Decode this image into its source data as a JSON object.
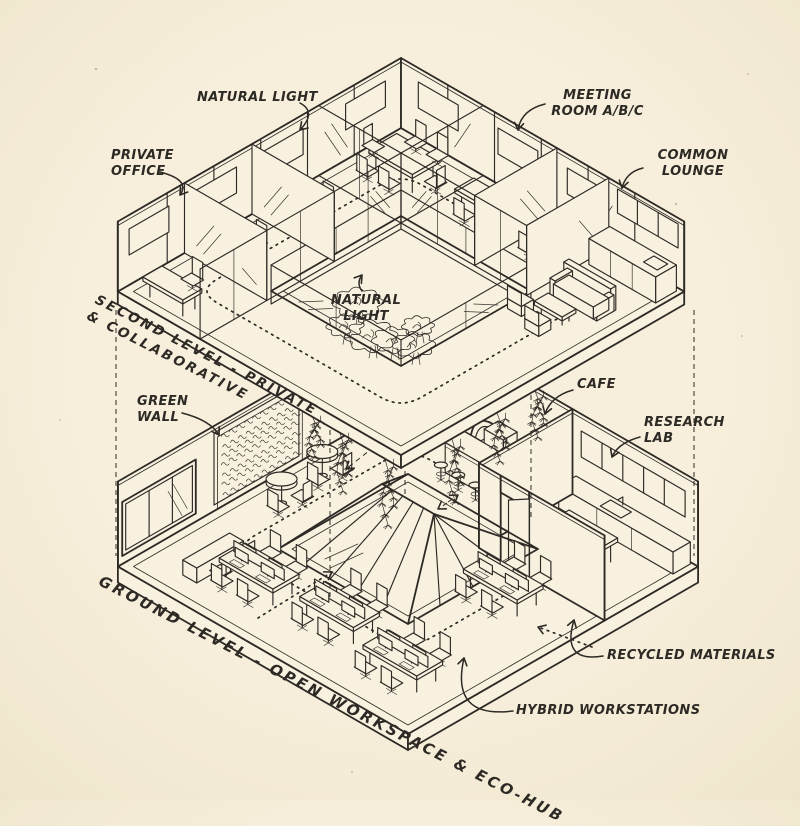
{
  "page": {
    "background": "#f4ecd8",
    "paper": "#f8f1e0",
    "ink": "#2d2a25"
  },
  "labels": {
    "natural_light_top": "NATURAL LIGHT",
    "private_office": {
      "line1": "PRIVATE",
      "line2": "OFFICE"
    },
    "meeting_room": {
      "line1": "MEETING",
      "line2": "ROOM A/B/C"
    },
    "common_lounge": {
      "line1": "COMMON",
      "line2": "LOUNGE"
    },
    "natural_light_atrium": {
      "line1": "NATURAL",
      "line2": "LIGHT"
    },
    "green_wall": {
      "line1": "GREEN",
      "line2": "WALL"
    },
    "cafe": "CAFE",
    "research_lab": {
      "line1": "RESEARCH",
      "line2": "LAB"
    },
    "recycled_materials": "RECYCLED MATERIALS",
    "hybrid_workstations": "HYBRID WORKSTATIONS"
  },
  "levels": {
    "second": {
      "line1": "SECOND LEVEL - PRIVATE",
      "line2": "& COLLABORATIVE"
    },
    "ground": {
      "label": "GROUND LEVEL - OPEN WORKSPACE & ECO-HUB"
    }
  }
}
